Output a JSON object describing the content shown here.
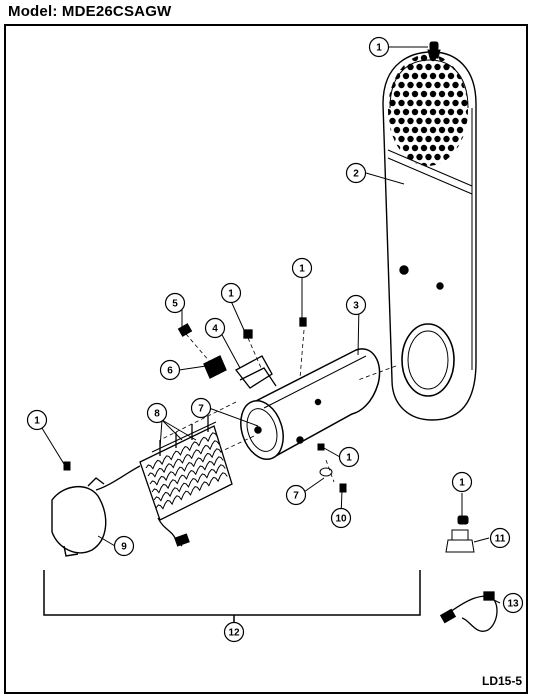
{
  "header": {
    "model_label": "Model:",
    "model_number": "MDE26CSAGW"
  },
  "footer": {
    "page_code": "LD15-5"
  },
  "callouts": [
    "1",
    "2",
    "3",
    "1",
    "5",
    "1",
    "4",
    "6",
    "7",
    "8",
    "1",
    "1",
    "7",
    "10",
    "9",
    "1",
    "11",
    "12",
    "13"
  ]
}
